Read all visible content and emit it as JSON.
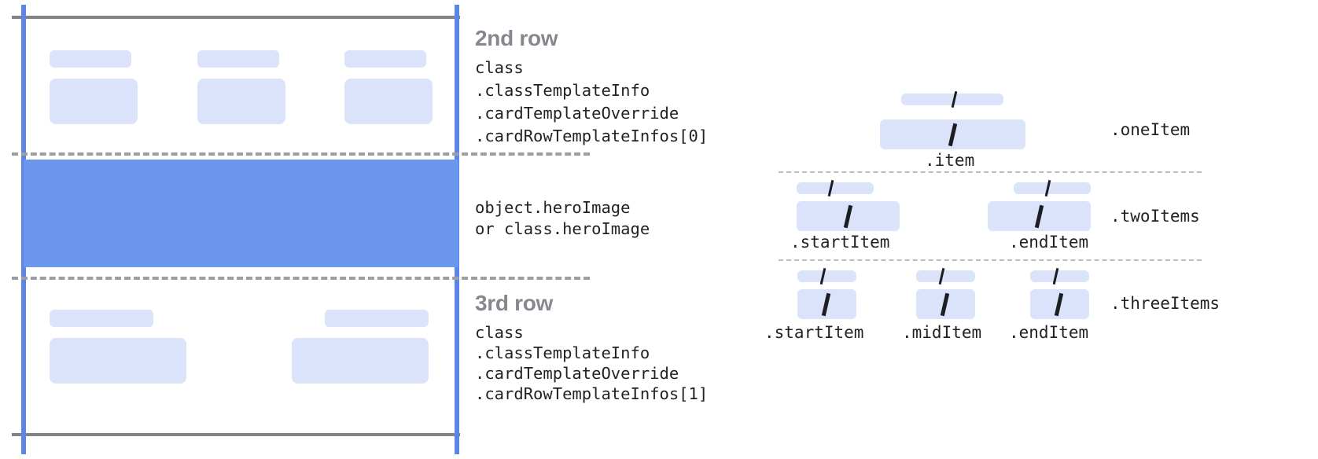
{
  "diagram": {
    "title": "Card row template structure diagram",
    "colors": {
      "accent_blue": "#5c85e8",
      "hero_blue": "#6b97ec",
      "placeholder_blue": "#dae3f9",
      "rule_gray": "#808287",
      "dashed_gray": "#9b9ea3",
      "title_gray": "#85898f",
      "text_black": "#1f2124"
    }
  },
  "left_panel": {
    "rows": [
      {
        "title": "2nd row",
        "code_lines": [
          "class",
          ".classTemplateInfo",
          ".cardTemplateOverride",
          ".cardRowTemplateInfos[0]"
        ],
        "items": 3
      },
      {
        "title": "",
        "code_lines": [
          "object.heroImage",
          "or class.heroImage"
        ],
        "items": 0
      },
      {
        "title": "3rd row",
        "code_lines": [
          "class",
          ".classTemplateInfo",
          ".cardTemplateOverride",
          ".cardRowTemplateInfos[1]"
        ],
        "items": 2
      }
    ]
  },
  "right_panel": {
    "groups": [
      {
        "name": ".oneItem",
        "items": [
          {
            "label": ".item"
          }
        ]
      },
      {
        "name": ".twoItems",
        "items": [
          {
            "label": ".startItem"
          },
          {
            "label": ".endItem"
          }
        ]
      },
      {
        "name": ".threeItems",
        "items": [
          {
            "label": ".startItem"
          },
          {
            "label": ".midItem"
          },
          {
            "label": ".endItem"
          }
        ]
      }
    ]
  }
}
